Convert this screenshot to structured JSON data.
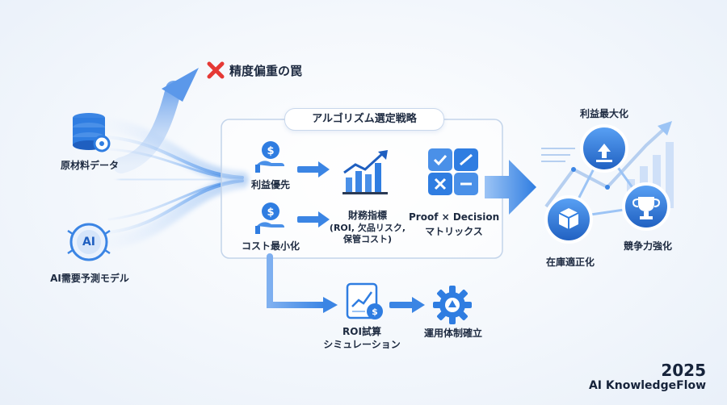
{
  "trap": {
    "label": "精度偏重の罠",
    "icon": "x-mark-icon"
  },
  "inputs": {
    "raw_data": "原材料データ",
    "ai_model": "AI需要予測モデル",
    "ai_badge": "AI"
  },
  "strategy": {
    "title": "アルゴリズム選定戦略",
    "profit_priority": "利益優先",
    "cost_min": "コスト最小化",
    "financial_line1": "財務指標",
    "financial_line2": "(ROI, 欠品リスク,",
    "financial_line3": "保管コスト)",
    "matrix_line1": "Proof × Decision",
    "matrix_line2": "マトリックス"
  },
  "lower": {
    "roi_line1": "ROI試算",
    "roi_line2": "シミュレーション",
    "ops": "運用体制確立"
  },
  "outcomes": {
    "profit_max": "利益最大化",
    "inventory": "在庫適正化",
    "competitive": "競争力強化"
  },
  "footer": {
    "year": "2025",
    "brand": "AI KnowledgeFlow"
  },
  "colors": {
    "accent": "#2f7de1",
    "accent_dark": "#1f5fc0",
    "trap": "#e53935",
    "frame": "#c3d4ea"
  }
}
